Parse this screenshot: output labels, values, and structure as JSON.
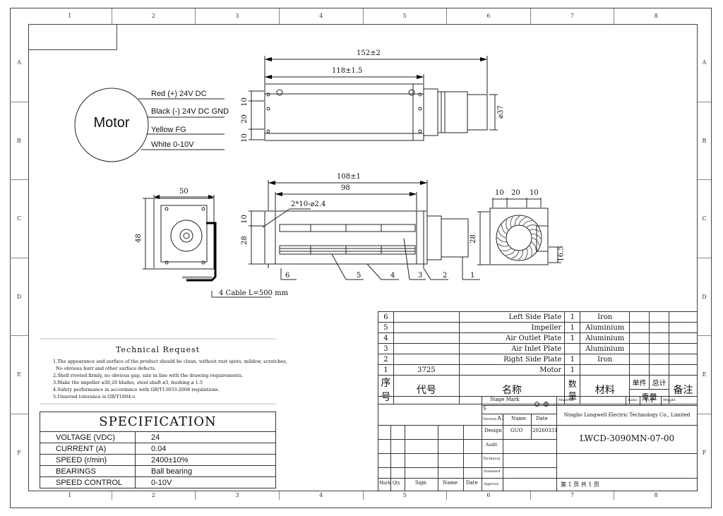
{
  "zones": {
    "columns": [
      "1",
      "2",
      "3",
      "4",
      "5",
      "6",
      "7",
      "8"
    ],
    "rows": [
      "A",
      "B",
      "C",
      "D",
      "E",
      "F"
    ]
  },
  "wiring": {
    "motor_label": "Motor",
    "wires": [
      "Red (+) 24V DC",
      "Black (-) 24V DC GND",
      "Yellow FG",
      "White 0-10V"
    ]
  },
  "dimensions": {
    "top_overall": "152±2",
    "top_body": "118±1.5",
    "top_side": [
      "10",
      "20",
      "10"
    ],
    "top_diameter": "⌀37",
    "front_overall": "108±1",
    "front_body": "98",
    "front_side_a": "10",
    "front_side_b": "28",
    "holes": "2*10-⌀2.4",
    "left_width": "50",
    "left_height": "48",
    "right_top": [
      "10",
      "20",
      "10"
    ],
    "right_height": "28",
    "right_offset": "16.5",
    "cable": "4 Cable L=500 mm",
    "callouts": [
      "6",
      "5",
      "4",
      "3",
      "2",
      "1"
    ]
  },
  "technical": {
    "title": "Technical Request",
    "lines": [
      "1.The appearance and surface of the product should be clean, without rust spots, mildew, scratches,",
      "  No obvious burr and other surface defects.",
      "2.Shell riveted firmly, no obvious gap, size in line with the drawing requirements.",
      "3.Make the impeller ⌀30,20 blades, steel shaft ⌀3, bushing ⌀ 1.5",
      "4.Safety performance in accordance with GB/T13933-2008 regulations.",
      "5.Unnoted tolerance is GB/T1804-v."
    ]
  },
  "specification": {
    "title": "SPECIFICATION",
    "rows": [
      {
        "label": "VOLTAGE (VDC)",
        "value": "24"
      },
      {
        "label": "CURRENT   (A)",
        "value": "0.04"
      },
      {
        "label": "SPEED    (r/min)",
        "value": "2400±10%"
      },
      {
        "label": "BEARINGS",
        "value": "Ball bearing"
      },
      {
        "label": "SPEED CONTROL",
        "value": "0-10V"
      }
    ]
  },
  "bom": {
    "rows": [
      {
        "no": "6",
        "code": "",
        "name": "Left Side Plate",
        "qty": "1",
        "material": "Iron"
      },
      {
        "no": "5",
        "code": "",
        "name": "Impeller",
        "qty": "1",
        "material": "Aluminium"
      },
      {
        "no": "4",
        "code": "",
        "name": "Air Outlet Plate",
        "qty": "1",
        "material": "Aluminium"
      },
      {
        "no": "3",
        "code": "",
        "name": "Air Inlet Plate",
        "qty": "",
        "material": "Aluminium"
      },
      {
        "no": "2",
        "code": "",
        "name": "Right Side Plate",
        "qty": "1",
        "material": "Iron"
      },
      {
        "no": "1",
        "code": "3725",
        "name": "Motor",
        "qty": "1",
        "material": ""
      }
    ],
    "header": {
      "no": "序号",
      "code": "代号",
      "name": "名称",
      "qty": "数量",
      "material": "材料",
      "unit": "单件",
      "total": "总计",
      "weight": "重量",
      "remark": "备注"
    }
  },
  "titleblock": {
    "stage_mark": "Stage Mark",
    "s": "S",
    "version_label": "Version",
    "version": "A1",
    "name_label": "Name",
    "date_label": "Date",
    "material_label": "Material",
    "ratio_label": "Ratio",
    "ratio": "1:1",
    "weight_label": "Weight",
    "company": "Ningbo Longwell Electric Technology  Co., Limited",
    "design_label": "Design",
    "designer": "GUO",
    "design_date": "20260331",
    "drawing_no": "LWCD-3090MN-07-00",
    "audit": "Audit",
    "technical": "Technical",
    "standard": "Standard",
    "approve": "Approve",
    "mark": "Mark",
    "qty": "Qty",
    "sign": "Sign",
    "name": "Name",
    "date": "Date",
    "page": "第 1 页   共 1 页"
  }
}
